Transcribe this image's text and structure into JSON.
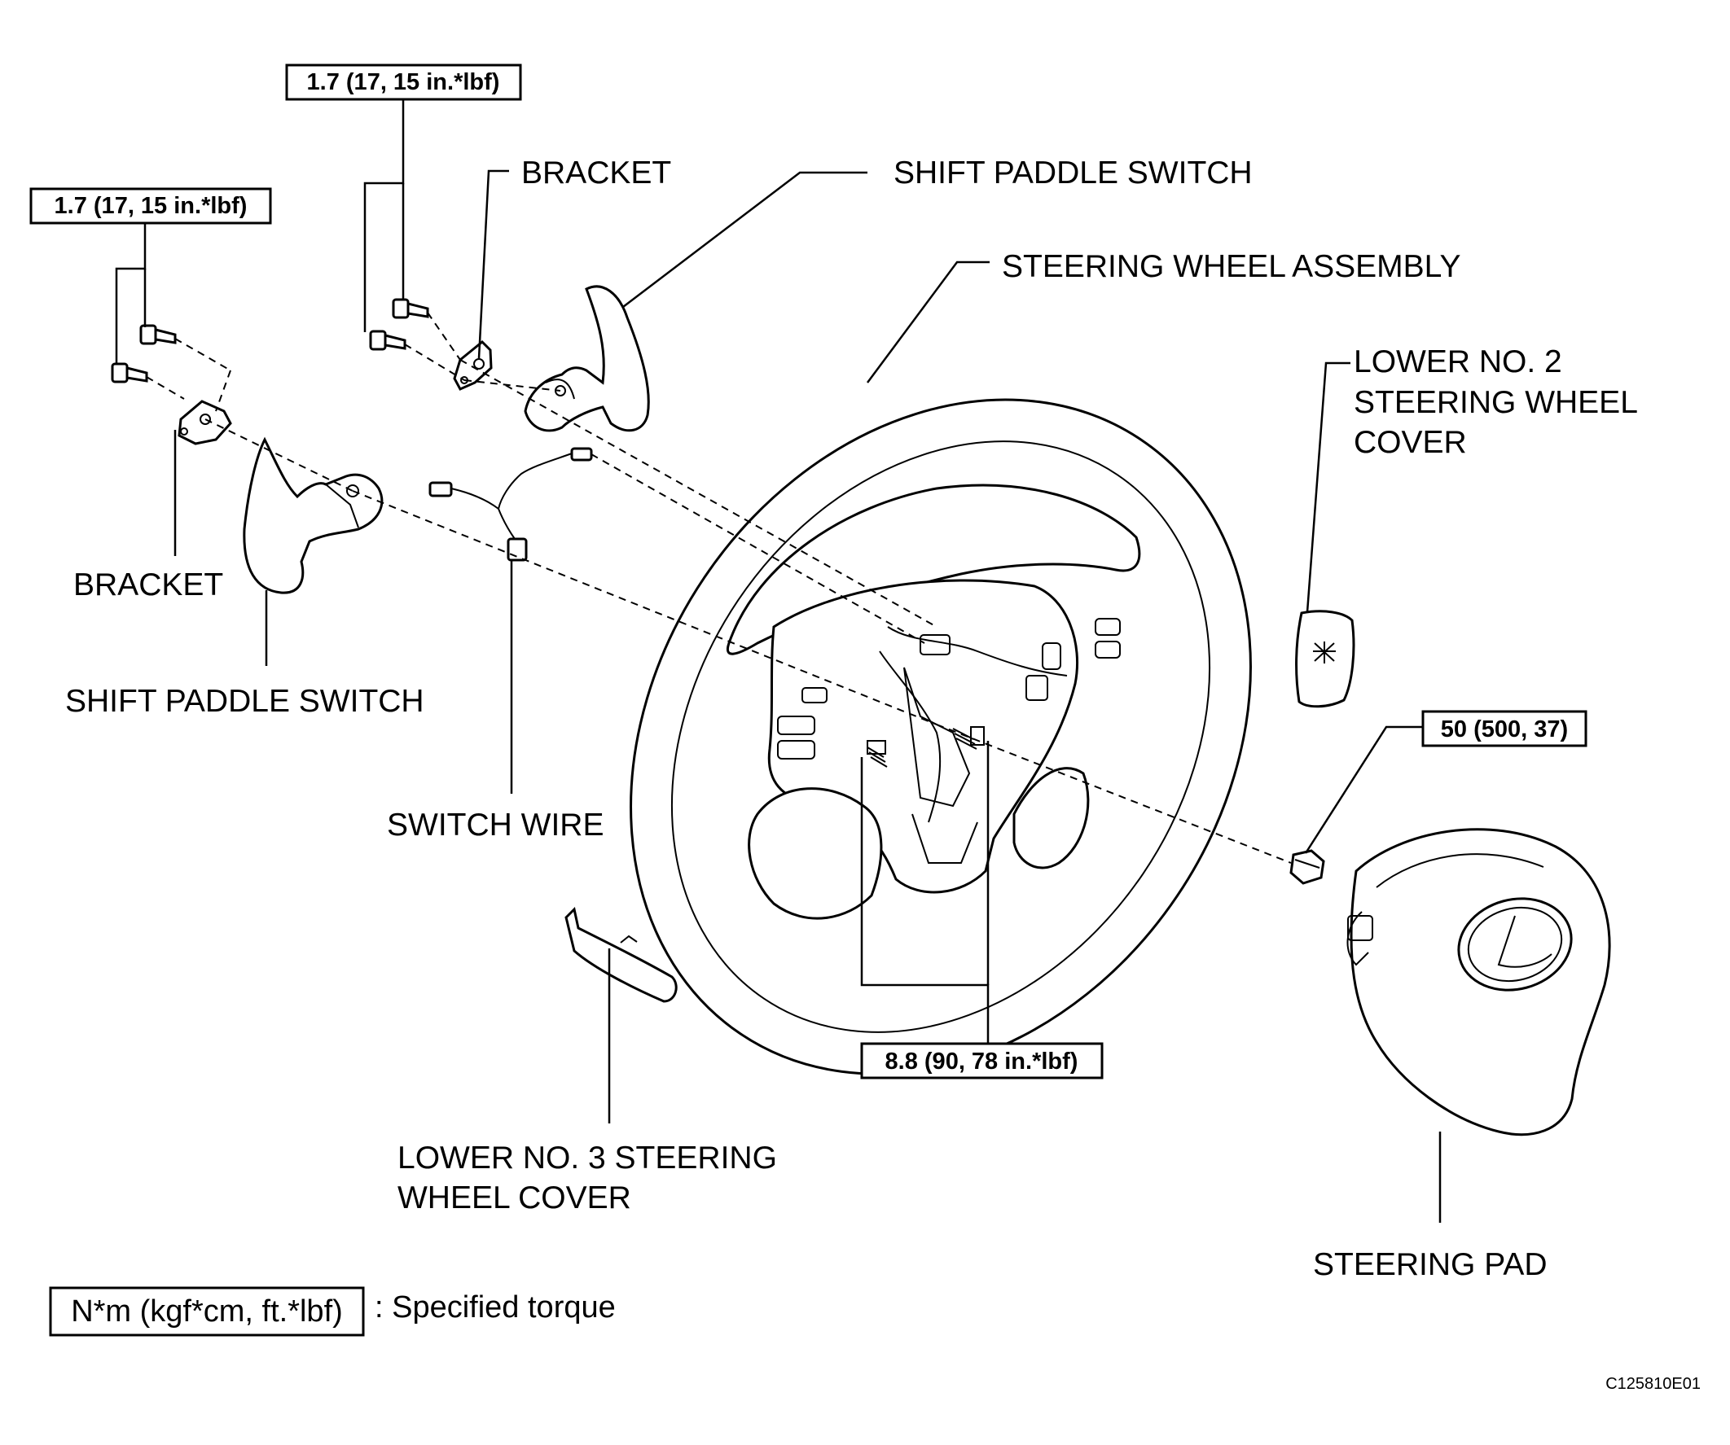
{
  "labels": {
    "bracket_top": "BRACKET",
    "shift_paddle_top": "SHIFT PADDLE SWITCH",
    "steering_wheel_assembly": "STEERING WHEEL ASSEMBLY",
    "lower_no2_line1": "LOWER NO. 2",
    "lower_no2_line2": "STEERING WHEEL",
    "lower_no2_line3": "COVER",
    "bracket_left": "BRACKET",
    "shift_paddle_left": "SHIFT PADDLE SWITCH",
    "switch_wire": "SWITCH WIRE",
    "lower_no3_line1": "LOWER NO. 3 STEERING",
    "lower_no3_line2": "WHEEL COVER",
    "steering_pad": "STEERING PAD"
  },
  "torques": {
    "bolt_top": "1.7 (17, 15 in.*lbf)",
    "bolt_left": "1.7 (17, 15 in.*lbf)",
    "nut": "50 (500, 37)",
    "wheel_screws": "8.8 (90, 78 in.*lbf)"
  },
  "legend": {
    "units": "N*m (kgf*cm, ft.*lbf)",
    "text": ": Specified torque"
  },
  "figure_code": "C125810E01",
  "logo": "lexus-emblem-icon"
}
